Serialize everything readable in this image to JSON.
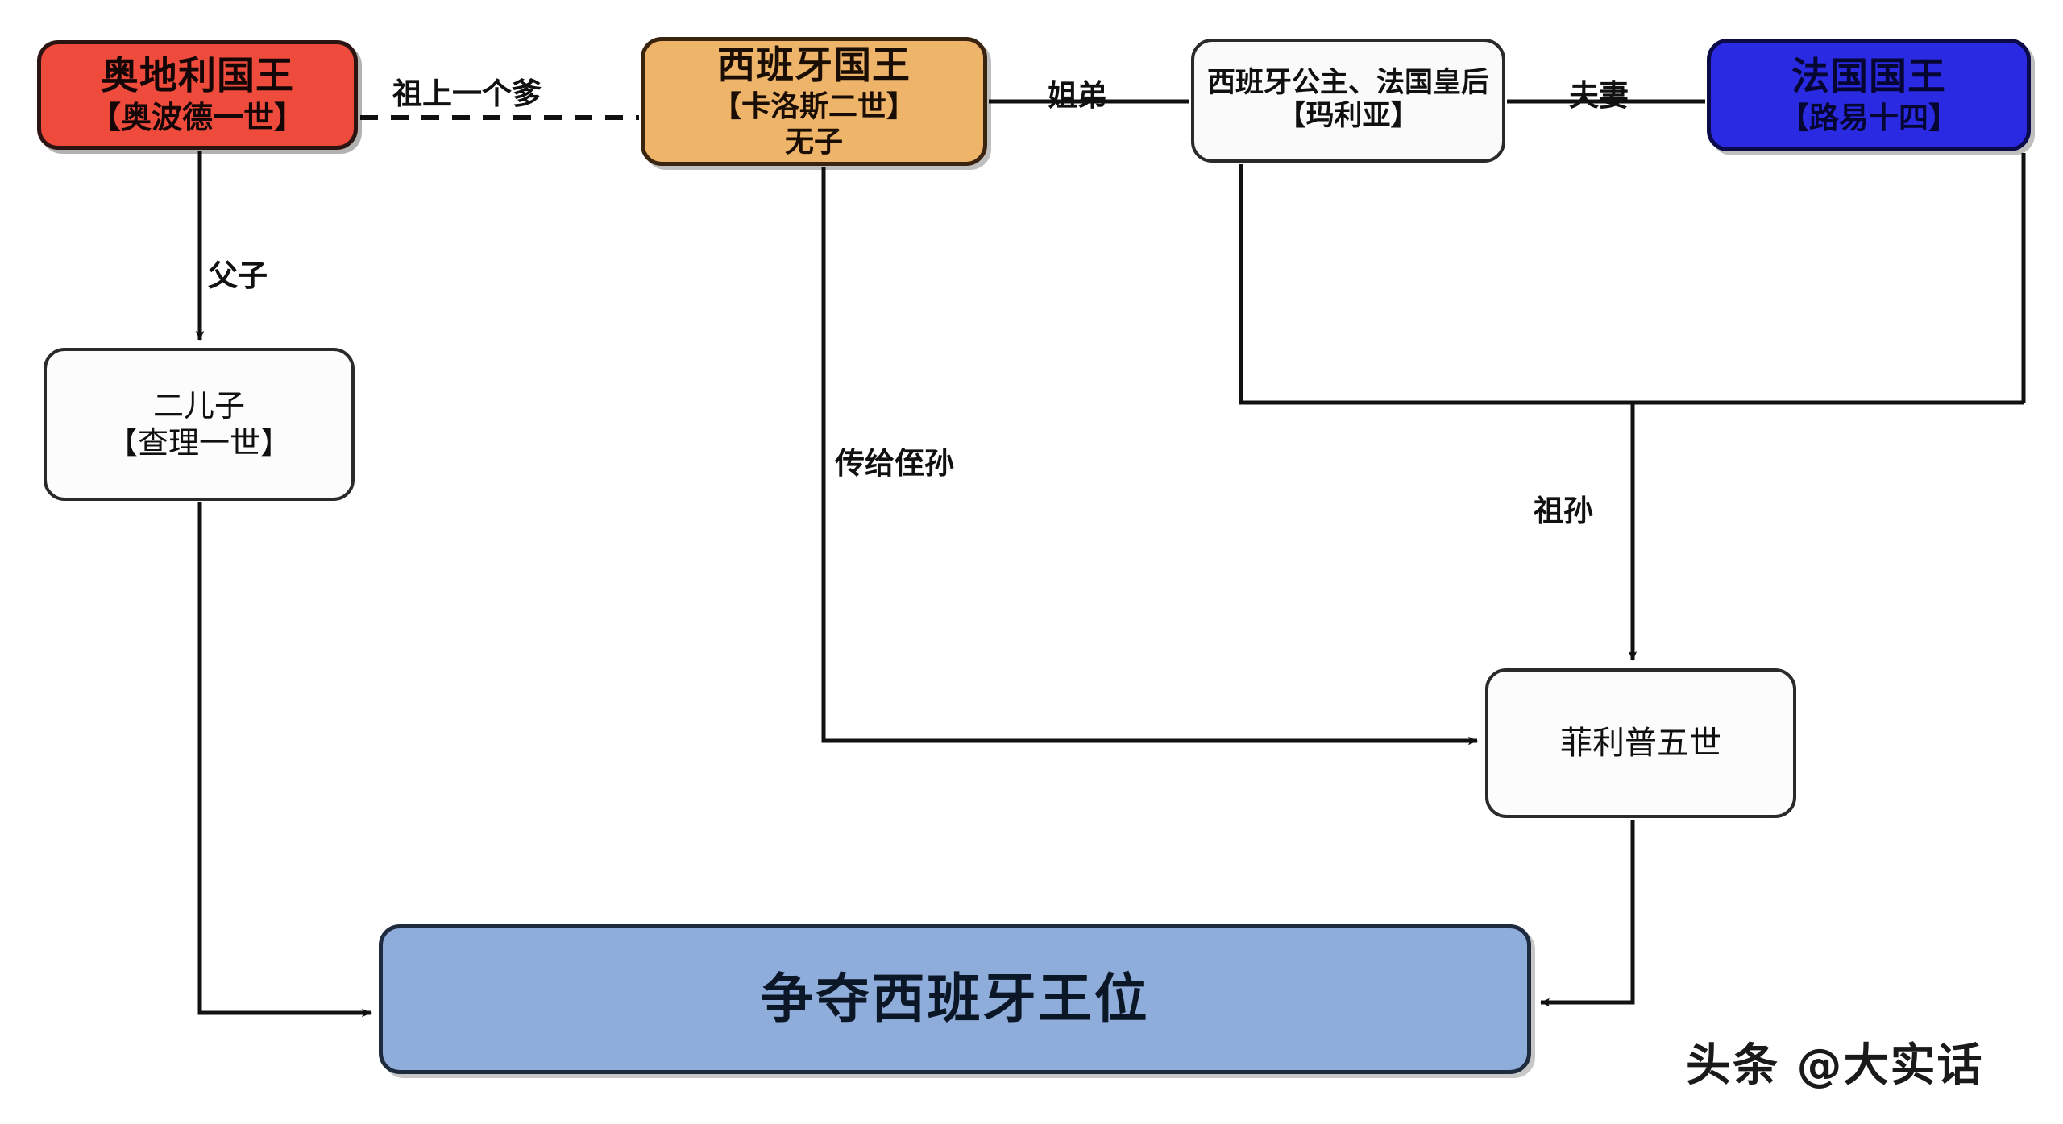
{
  "diagram": {
    "title": "西班牙王位继承关系图",
    "background": "#ffffff",
    "nodes": {
      "austria_king": {
        "line1": "奥地利国王",
        "line2": "【奥波德一世】",
        "fill": "#ee4b3c",
        "stroke": "#2b1412"
      },
      "spain_king": {
        "line1": "西班牙国王",
        "line2": "【卡洛斯二世】",
        "line3": "无子",
        "fill": "#eeb46a",
        "stroke": "#3a2410"
      },
      "spain_princess": {
        "line1": "西班牙公主、法国皇后",
        "line2": "【玛利亚】",
        "fill": "#fafafa",
        "stroke": "#2a2a2a"
      },
      "france_king": {
        "line1": "法国国王",
        "line2": "【路易十四】",
        "fill": "#2a2ae2",
        "stroke": "#0b0b4a"
      },
      "second_son": {
        "line1": "二儿子",
        "line2": "【查理一世】",
        "fill": "#fcfcfc",
        "stroke": "#2a2a2a"
      },
      "philip_v": {
        "line1": "菲利普五世",
        "fill": "#fcfcfc",
        "stroke": "#2a2a2a"
      },
      "outcome": {
        "line1": "争夺西班牙王位",
        "fill": "#8fadda",
        "stroke": "#1e2a3e"
      }
    },
    "edges": {
      "ancestor": {
        "label": "祖上一个爹",
        "style": "dashed",
        "from": "austria_king",
        "to": "spain_king"
      },
      "siblings": {
        "label": "姐弟",
        "style": "solid",
        "from": "spain_king",
        "to": "spain_princess"
      },
      "spouse": {
        "label": "夫妻",
        "style": "solid",
        "from": "spain_princess",
        "to": "france_king"
      },
      "father_son": {
        "label": "父子",
        "style": "solid-arrow",
        "from": "austria_king",
        "to": "second_son"
      },
      "nephew_grandson": {
        "label": "传给侄孙",
        "style": "solid-arrow",
        "from": "spain_king",
        "to": "philip_v"
      },
      "grandson": {
        "label": "祖孙",
        "style": "solid-arrow",
        "from": "spain_princess+france_king",
        "to": "philip_v"
      },
      "claim_left": {
        "label": "",
        "style": "solid-arrow",
        "from": "second_son",
        "to": "outcome"
      },
      "claim_right": {
        "label": "",
        "style": "solid-arrow",
        "from": "philip_v",
        "to": "outcome"
      }
    },
    "watermark": "头条 @大实话"
  }
}
